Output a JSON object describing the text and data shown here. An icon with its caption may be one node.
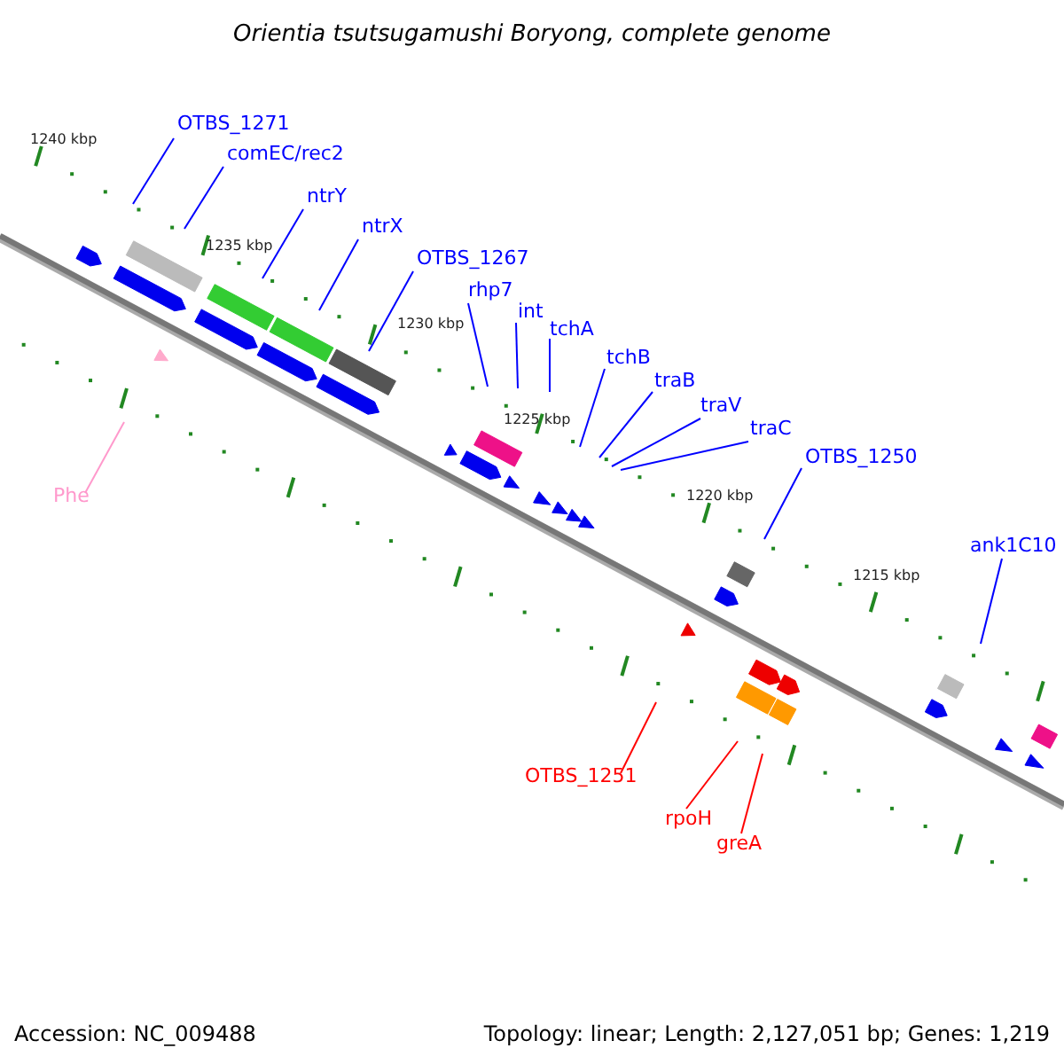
{
  "diagram": {
    "title": "Orientia tsutsugamushi Boryong, complete genome",
    "nodes": [
      {
        "text": [
          "OTBS_1271"
        ]
      },
      {
        "text": [
          "comEC/rec2"
        ]
      },
      {
        "text": [
          "ntrY"
        ]
      },
      {
        "text": [
          "ntrX"
        ]
      },
      {
        "text": [
          "OTBS_1267"
        ]
      },
      {
        "text": [
          "rhp7"
        ]
      },
      {
        "text": [
          "int"
        ]
      },
      {
        "text": [
          "tchA"
        ]
      },
      {
        "text": [
          "tchB"
        ]
      },
      {
        "text": [
          "traB"
        ]
      },
      {
        "text": [
          "traV"
        ]
      },
      {
        "text": [
          "traC"
        ]
      },
      {
        "text": [
          "OTBS_1250"
        ]
      },
      {
        "text": [
          "ank1C10"
        ]
      },
      {
        "text": [
          "Phe"
        ]
      },
      {
        "text": [
          "OTBS_1251"
        ]
      },
      {
        "text": [
          "rpoH"
        ]
      },
      {
        "text": [
          "greA"
        ]
      }
    ],
    "edges": [
      {
        "from": 0,
        "to": null,
        "arrow": "none"
      },
      {
        "from": 1,
        "to": null,
        "arrow": "none"
      },
      {
        "from": 2,
        "to": null,
        "arrow": "none"
      },
      {
        "from": 3,
        "to": null,
        "arrow": "none"
      },
      {
        "from": 4,
        "to": null,
        "arrow": "none"
      },
      {
        "from": 5,
        "to": null,
        "arrow": "none"
      },
      {
        "from": 6,
        "to": null,
        "arrow": "none"
      },
      {
        "from": 7,
        "to": null,
        "arrow": "none"
      },
      {
        "from": 8,
        "to": null,
        "arrow": "none"
      },
      {
        "from": 9,
        "to": null,
        "arrow": "none"
      },
      {
        "from": 10,
        "to": null,
        "arrow": "none"
      },
      {
        "from": 11,
        "to": null,
        "arrow": "none"
      },
      {
        "from": 12,
        "to": null,
        "arrow": "none"
      },
      {
        "from": 13,
        "to": null,
        "arrow": "none"
      },
      {
        "from": 14,
        "to": null,
        "arrow": "none",
        "color": "#ff99cc"
      },
      {
        "from": 15,
        "to": null,
        "arrow": "none",
        "color": "#ff0000"
      },
      {
        "from": 16,
        "to": null,
        "arrow": "none",
        "color": "#ff0000"
      },
      {
        "from": 17,
        "to": null,
        "arrow": "none",
        "color": "#ff0000"
      }
    ],
    "labels": [
      "1240 kbp",
      "1235 kbp",
      "1230 kbp",
      "1225 kbp",
      "1220 kbp",
      "1215 kbp",
      "Accession: NC_009488",
      "Topology: linear; Length: 2,127,051 bp; Genes: 1,219"
    ]
  }
}
